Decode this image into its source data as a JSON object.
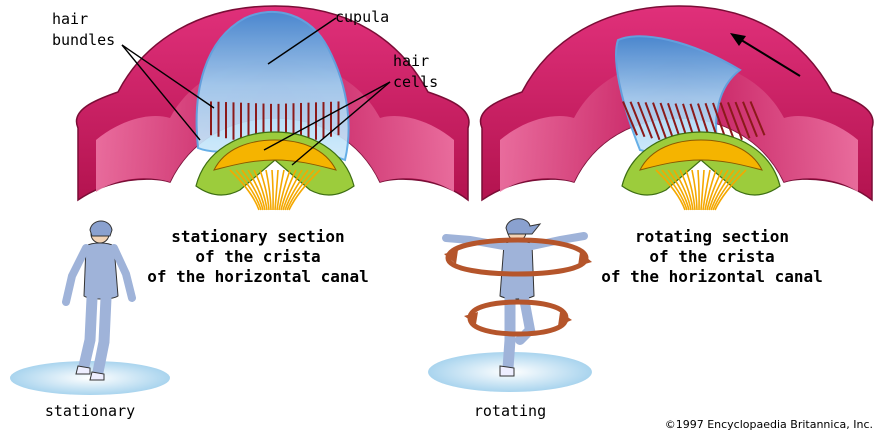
{
  "colors": {
    "outer_membrane": "#d81b6a",
    "inner_membrane": "#c2185b",
    "cupula": "#9fd3f5",
    "cupula_edge": "#5aa9e6",
    "hair": "#8b1a1a",
    "support_cells": "#9ccc3c",
    "hair_cells": "#f5b400",
    "nerve_fibers": "#f4a800",
    "figure_suit": "#9fb3d9",
    "ice": "#cfe8f7",
    "rotation_arrow": "#b5552b"
  },
  "left_panel": {
    "labels": {
      "hair_bundles": [
        "hair",
        "bundles"
      ],
      "cupula": "cupula",
      "hair_cells": [
        "hair",
        "cells"
      ]
    },
    "caption": [
      "stationary section",
      "of the crista",
      "of the horizontal canal"
    ],
    "figure_label": "stationary"
  },
  "right_panel": {
    "caption": [
      "rotating section",
      "of the crista",
      "of the horizontal canal"
    ],
    "figure_label": "rotating"
  },
  "credit": "©1997 Encyclopaedia Britannica, Inc."
}
